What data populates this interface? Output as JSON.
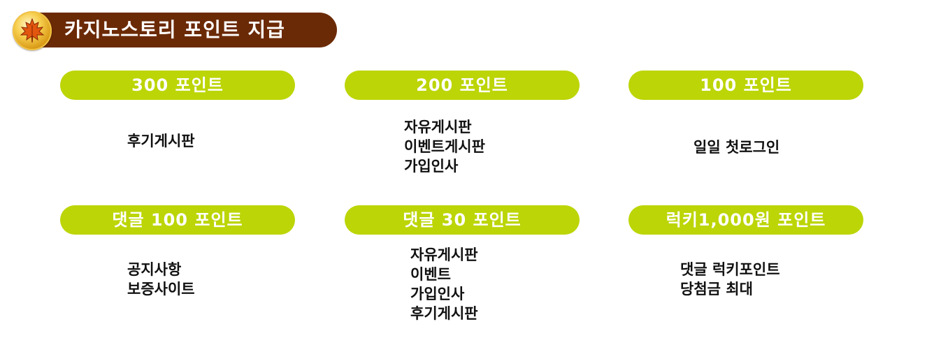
{
  "header": {
    "title": "카지노스토리 포인트 지급",
    "icon": "maple-leaf-icon"
  },
  "colors": {
    "header_bg": "#6b2a06",
    "pill_bg": "#bcd506",
    "pill_text": "#ffffff",
    "item_text": "#111111"
  },
  "cards": [
    {
      "label": "300 포인트",
      "items": [
        "후기게시판"
      ]
    },
    {
      "label": "200 포인트",
      "items": [
        "자유게시판",
        "이벤트게시판",
        "가입인사"
      ]
    },
    {
      "label": "100 포인트",
      "items": [
        "일일 첫로그인"
      ]
    },
    {
      "label": "댓글 100 포인트",
      "items": [
        "공지사항",
        "보증사이트"
      ]
    },
    {
      "label": "댓글 30 포인트",
      "items": [
        "자유게시판",
        "이벤트",
        "가입인사",
        "후기게시판"
      ]
    },
    {
      "label": "럭키1,000원 포인트",
      "items": [
        "댓글 럭키포인트",
        "당첨금 최대"
      ]
    }
  ]
}
